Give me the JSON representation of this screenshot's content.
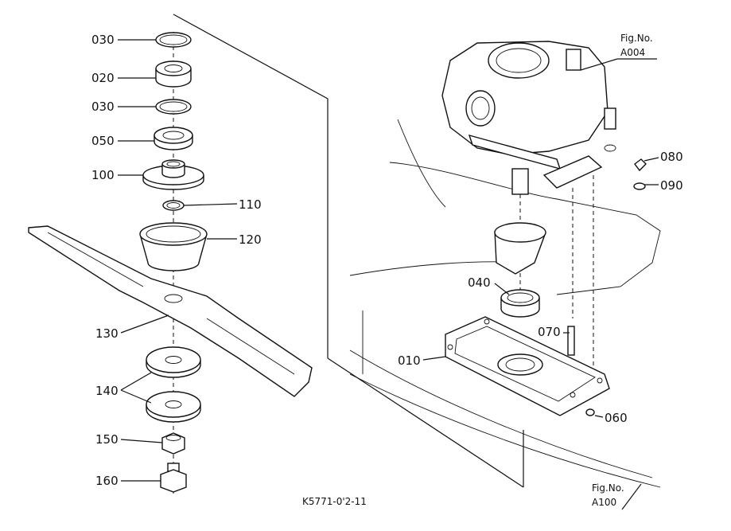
{
  "callouts": {
    "c030a": "030",
    "c020": "020",
    "c030b": "030",
    "c050": "050",
    "c100": "100",
    "c110": "110",
    "c120": "120",
    "c130": "130",
    "c140": "140",
    "c150": "150",
    "c160": "160",
    "c040": "040",
    "c070": "070",
    "c010": "010",
    "c060": "060",
    "c080": "080",
    "c090": "090"
  },
  "fig_refs": {
    "top_label": "Fig.No.",
    "top_number": "A004",
    "bottom_label": "Fig.No.",
    "bottom_number": "A100"
  },
  "drawing_code": "K5771-0'2-11"
}
